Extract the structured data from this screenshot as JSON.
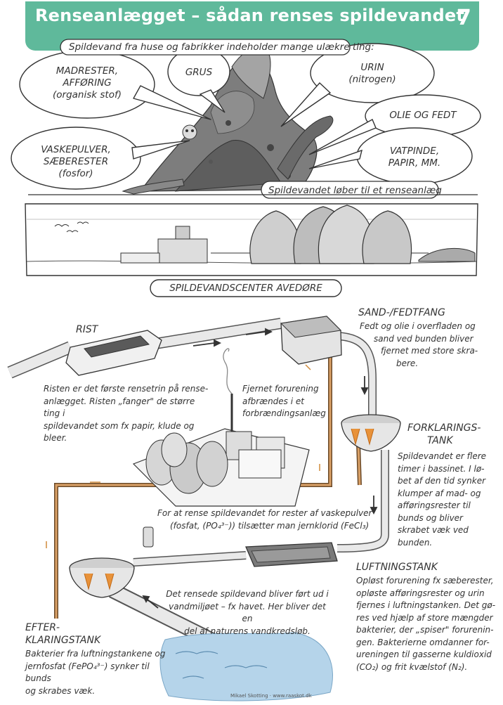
{
  "header": {
    "title": "Renseanlægget – sådan renses spildevandet",
    "page_number": "7",
    "color": "#5fb99b"
  },
  "scene1": {
    "intro": "Spildevand fra huse og fabrikker indeholder mange ulækre ting:",
    "bubbles": {
      "madrester": [
        "MADRESTER,",
        "AFFØRING",
        "(organisk stof)"
      ],
      "grus": [
        "GRUS"
      ],
      "urin": [
        "URIN",
        "(nitrogen)"
      ],
      "olie": [
        "OLIE OG FEDT"
      ],
      "vaskepulver": [
        "VASKEPULVER,",
        "SÆBERESTER",
        "(fosfor)"
      ],
      "vatpinde": [
        "VATPINDE,",
        "PAPIR, MM."
      ]
    },
    "caption": "Spildevandet løber til et renseanlæg"
  },
  "scene2": {
    "plant_name": "SPILDEVANDSCENTER AVEDØRE"
  },
  "process": {
    "rist": {
      "label": "RIST",
      "desc": [
        "Risten er det første rensetrin på rense-",
        "anlægget. Risten „fanger\" de større ting i",
        "spildevandet som fx papir, klude og bleer."
      ]
    },
    "sandfang": {
      "label": "SAND-/FEDTFANG",
      "desc": [
        "Fedt og olie i overfladen og",
        "sand ved bunden bliver",
        "fjernet med store skra-",
        "bere."
      ]
    },
    "forbraending": {
      "desc": [
        "Fjernet forurening",
        "afbrændes i et",
        "forbrændingsanlæg"
      ]
    },
    "forklaring": {
      "label": [
        "FORKLARINGS-",
        "TANK"
      ],
      "desc": [
        "Spildevandet er flere",
        "timer i bassinet. I lø-",
        "bet af den tid synker",
        "klumper af mad- og",
        "afføringsrester til",
        "bunds og bliver",
        "skrabet væk ved",
        "bunden."
      ]
    },
    "jernklorid": {
      "desc": [
        "For at rense spildevandet for rester af vaskepulver",
        "(fosfat, (PO₄³⁻)) tilsætter man jernklorid (FeCl₃)"
      ]
    },
    "luftning": {
      "label": "LUFTNINGSTANK",
      "desc": [
        "Opløst forurening fx sæberester,",
        "opløste afføringsrester og urin",
        "fjernes i luftningstanken. Det gø-",
        "res ved hjælp af store mængder",
        "bakterier, der „spiser\" forurenin-",
        "gen. Bakterierne omdanner for-",
        "ureningen til gasserne kuldioxid",
        "(CO₂) og frit kvælstof (N₂)."
      ]
    },
    "udledning": {
      "desc": [
        "Det rensede spildevand bliver ført ud i",
        "vandmiljøet – fx havet. Her bliver det en",
        "del af naturens vandkredsløb."
      ]
    },
    "efterklaring": {
      "label": [
        "EFTER-",
        "KLARINGSTANK"
      ],
      "desc": [
        "Bakterier fra luftningstankene og",
        "jernfosfat (FePO₄³⁻) synker til bunds",
        "og skrabes væk."
      ]
    }
  },
  "credit": "Mikael Skotting · www.raaskot.dk"
}
